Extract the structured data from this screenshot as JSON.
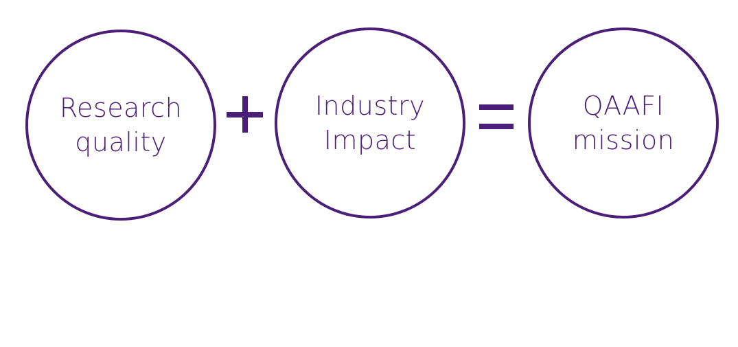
{
  "diagram": {
    "nodes": [
      {
        "lines": [
          "Research",
          "quality"
        ]
      },
      {
        "lines": [
          "Industry",
          "Impact"
        ]
      },
      {
        "lines": [
          "QAAFI",
          "mission"
        ]
      }
    ],
    "operators": [
      "plus",
      "equals"
    ]
  },
  "colors": {
    "accent": "#4b1f78",
    "background": "#ffffff"
  }
}
